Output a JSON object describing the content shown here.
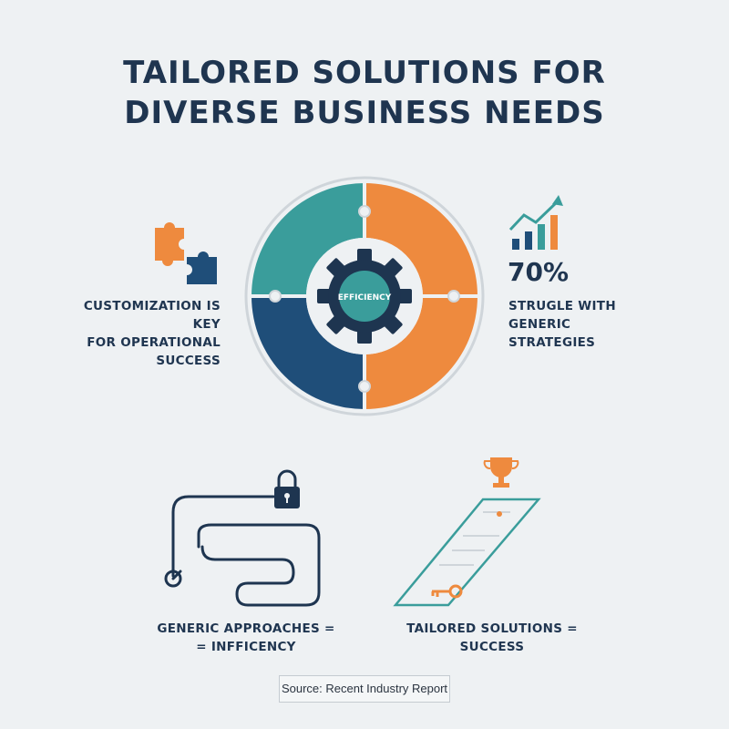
{
  "title": {
    "line1": "TAILORED SOLUTIONS FOR",
    "line2": "DIVERSE BUSINESS NEEDS"
  },
  "wheel": {
    "center_label": "EFFICIENCY",
    "colors": {
      "teal": "#3a9d9b",
      "orange": "#ee8a3e",
      "navy": "#1f4e79"
    }
  },
  "left_caption": {
    "line1": "CUSTOMIZATION IS KEY",
    "line2": "FOR OPERATIONAL",
    "line3": "SUCCESS"
  },
  "right_stat": {
    "value": "70%",
    "line1": "STRUGLE WITH",
    "line2": "GENERIC",
    "line3": "STRATEGIES"
  },
  "bottom_left": {
    "line1": "GENERIC APPROACHES =",
    "line2": "= INFFICENCY"
  },
  "bottom_right": {
    "line1": "TAILORED SOLUTIONS =",
    "line2": "SUCCESS"
  },
  "source": "Source: Recent Industry Report"
}
